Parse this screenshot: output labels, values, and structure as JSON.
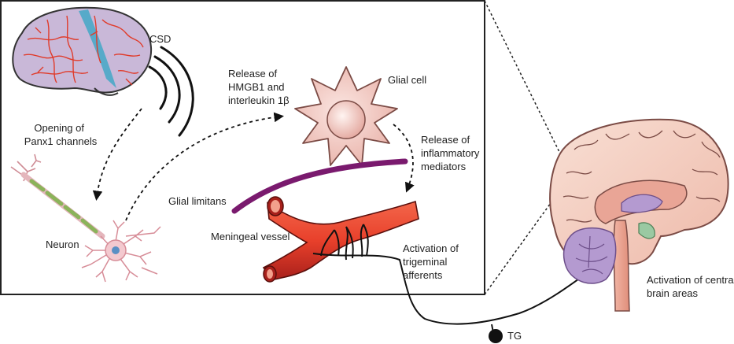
{
  "labels": {
    "csd": "CSD",
    "opening": [
      "Opening of",
      "Panx1 channels"
    ],
    "release_hmgb1": [
      "Release of",
      "HMGB1 and",
      "interleukin 1β"
    ],
    "glial_cell": "Glial cell",
    "release_inflammatory": [
      "Release of",
      "inflammatory",
      "mediators"
    ],
    "glial_limitans": "Glial limitans",
    "meningeal_vessel": "Meningeal vessel",
    "neuron": "Neuron",
    "activation_trigeminal": [
      "Activation of",
      "trigeminal",
      "afferents"
    ],
    "activation_central": [
      "Activation of central",
      "brain areas"
    ],
    "tg": "TG"
  },
  "colors": {
    "frame": "#222222",
    "brain_fill": "#c9b8d8",
    "csd_wave": "#4aa8c8",
    "vessels_small": "#e03b2a",
    "glial_cell": "#f2cfc8",
    "glial_limitans": "#7a1a6e",
    "meningeal_vessel": "#e8452f",
    "neuron": "#d9a0a8",
    "axon_sheath": "#8bb35a",
    "sagittal_brain": "#f4d2c6",
    "cerebellum": "#b49ad0",
    "nerve": "#111111"
  }
}
